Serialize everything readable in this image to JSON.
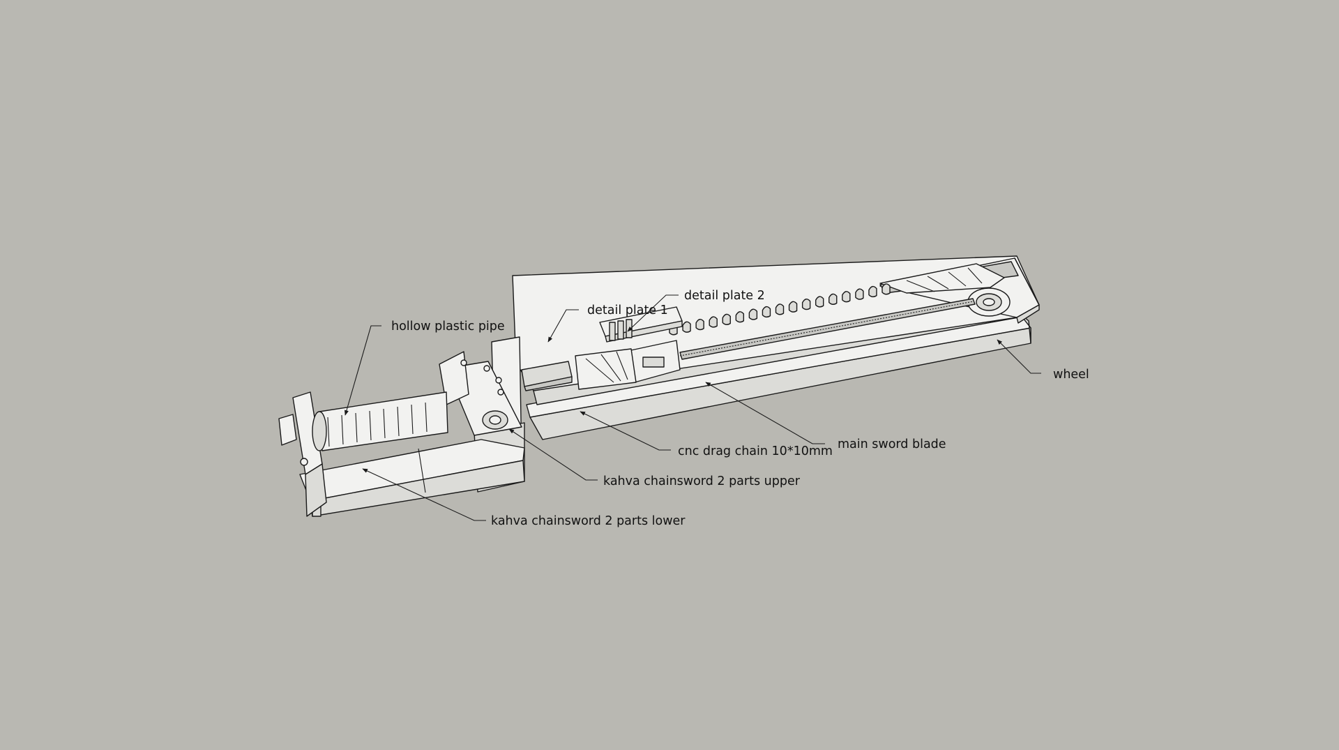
{
  "colors": {
    "background": "#b9b8b2",
    "model_face": "#f2f2f0",
    "model_side": "#dcdcd8",
    "line": "#1a1a1a"
  },
  "labels": {
    "hollow_plastic_pipe": "hollow plastic pipe",
    "detail_plate_1": "detail plate 1",
    "detail_plate_2": "detail plate 2",
    "wheel": "wheel",
    "main_sword_blade": "main sword blade",
    "cnc_drag_chain": "cnc drag chain 10*10mm",
    "kahva_upper": "kahva chainsword 2 parts upper",
    "kahva_lower": "kahva chainsword 2 parts lower"
  }
}
